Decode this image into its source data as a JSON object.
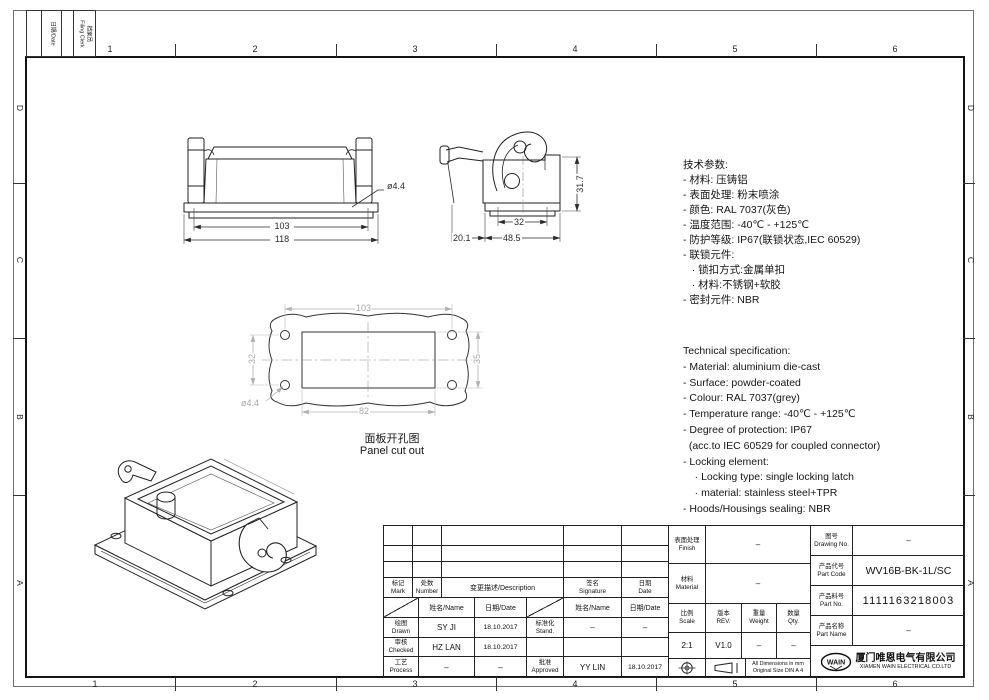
{
  "frame": {
    "columns": [
      "1",
      "2",
      "3",
      "4",
      "5",
      "6"
    ],
    "rows": [
      "D",
      "C",
      "B",
      "A"
    ]
  },
  "filing": {
    "date_label": "日期/Date",
    "clerk_cn": "档案员",
    "clerk_en": "Filing Clerk"
  },
  "views": {
    "front": {
      "dim_inner": "103",
      "dim_outer": "118",
      "hole_callout": "ø4.4"
    },
    "side": {
      "dim_height": "31.7",
      "dim_inner": "32",
      "dim_outer": "48.5",
      "dim_lever": "20.1"
    },
    "cutout": {
      "dim_top": "103",
      "dim_left": "32",
      "dim_right": "35",
      "dim_bottom": "82",
      "hole_callout": "ø4.4",
      "caption_cn": "面板开孔图",
      "caption_en": "Panel cut out"
    }
  },
  "notes": {
    "cn": [
      "技术参数:",
      "- 材料: 压铸铝",
      "- 表面处理: 粉末喷涂",
      "- 颜色: RAL 7037(灰色)",
      "- 温度范围: -40℃ - +125℃",
      "- 防护等级: IP67(联锁状态,IEC 60529)",
      "- 联锁元件:",
      "   · 锁扣方式:金属单扣",
      "   · 材料:不锈钢+软胶",
      "- 密封元件: NBR"
    ],
    "en": [
      "Technical specification:",
      "- Material: aluminium die-cast",
      "- Surface: powder-coated",
      "- Colour: RAL 7037(grey)",
      "- Temperature range: -40℃ - +125℃",
      "- Degree of protection: IP67",
      "  (acc.to IEC 60529 for coupled connector)",
      "- Locking element:",
      "    · Locking type: single locking latch",
      "    · material: stainless steel+TPR",
      "- Hoods/Housings sealing: NBR"
    ]
  },
  "title_block": {
    "rev": {
      "mark_cn": "标记",
      "mark_en": "Mark",
      "number_cn": "处数",
      "number_en": "Number",
      "desc": "变更描述/Description",
      "sig_cn": "签名",
      "sig_en": "Signature",
      "date_cn": "日期",
      "date_en": "Date"
    },
    "sig": {
      "name_header": "姓名/Name",
      "date_header": "日期/Date",
      "drawn_cn": "绘图",
      "drawn_en": "Drawn",
      "drawn_name": "SY JI",
      "drawn_date": "18.10.2017",
      "stand_cn": "标准化",
      "stand_en": "Stand.",
      "stand_name": "–",
      "stand_date": "–",
      "checked_cn": "审核",
      "checked_en": "Checked",
      "checked_name": "HZ LAN",
      "checked_date": "18.10.2017",
      "process_cn": "工艺",
      "process_en": "Process",
      "process_name": "–",
      "process_date": "–",
      "approved_cn": "批准",
      "approved_en": "Approved",
      "approved_name": "YY LIN",
      "approved_date": "18.10.2017"
    },
    "finish": {
      "cn": "表面处理",
      "en": "Finish",
      "value": "–"
    },
    "material": {
      "cn": "材料",
      "en": "Material",
      "value": "–"
    },
    "scale": {
      "cn": "比例",
      "en": "Scale",
      "value": "2:1"
    },
    "rev_col": {
      "cn": "版本",
      "en": "REV.",
      "value": "V1.0"
    },
    "weight": {
      "cn": "重量",
      "en": "Weight",
      "value": "–"
    },
    "qty": {
      "cn": "数量",
      "en": "Qty.",
      "value": "–"
    },
    "dims_note1": "All Dimensions in mm",
    "dims_note2": "Original Size DIN A 4",
    "drawing_no": {
      "cn": "图号",
      "en": "Drawing No.",
      "value": "–"
    },
    "part_code": {
      "cn": "产品代号",
      "en": "Part Code",
      "value": "WV16B-BK-1L/SC"
    },
    "part_no": {
      "cn": "产品料号",
      "en": "Part No.",
      "value": "1111163218003"
    },
    "part_name": {
      "cn": "产品名称",
      "en": "Part Name",
      "value": "–"
    },
    "company": {
      "logo": "WAIN",
      "cn": "厦门唯恩电气有限公司",
      "en": "XIAMEN WAIN ELECTRICAL CO.LTD"
    }
  }
}
